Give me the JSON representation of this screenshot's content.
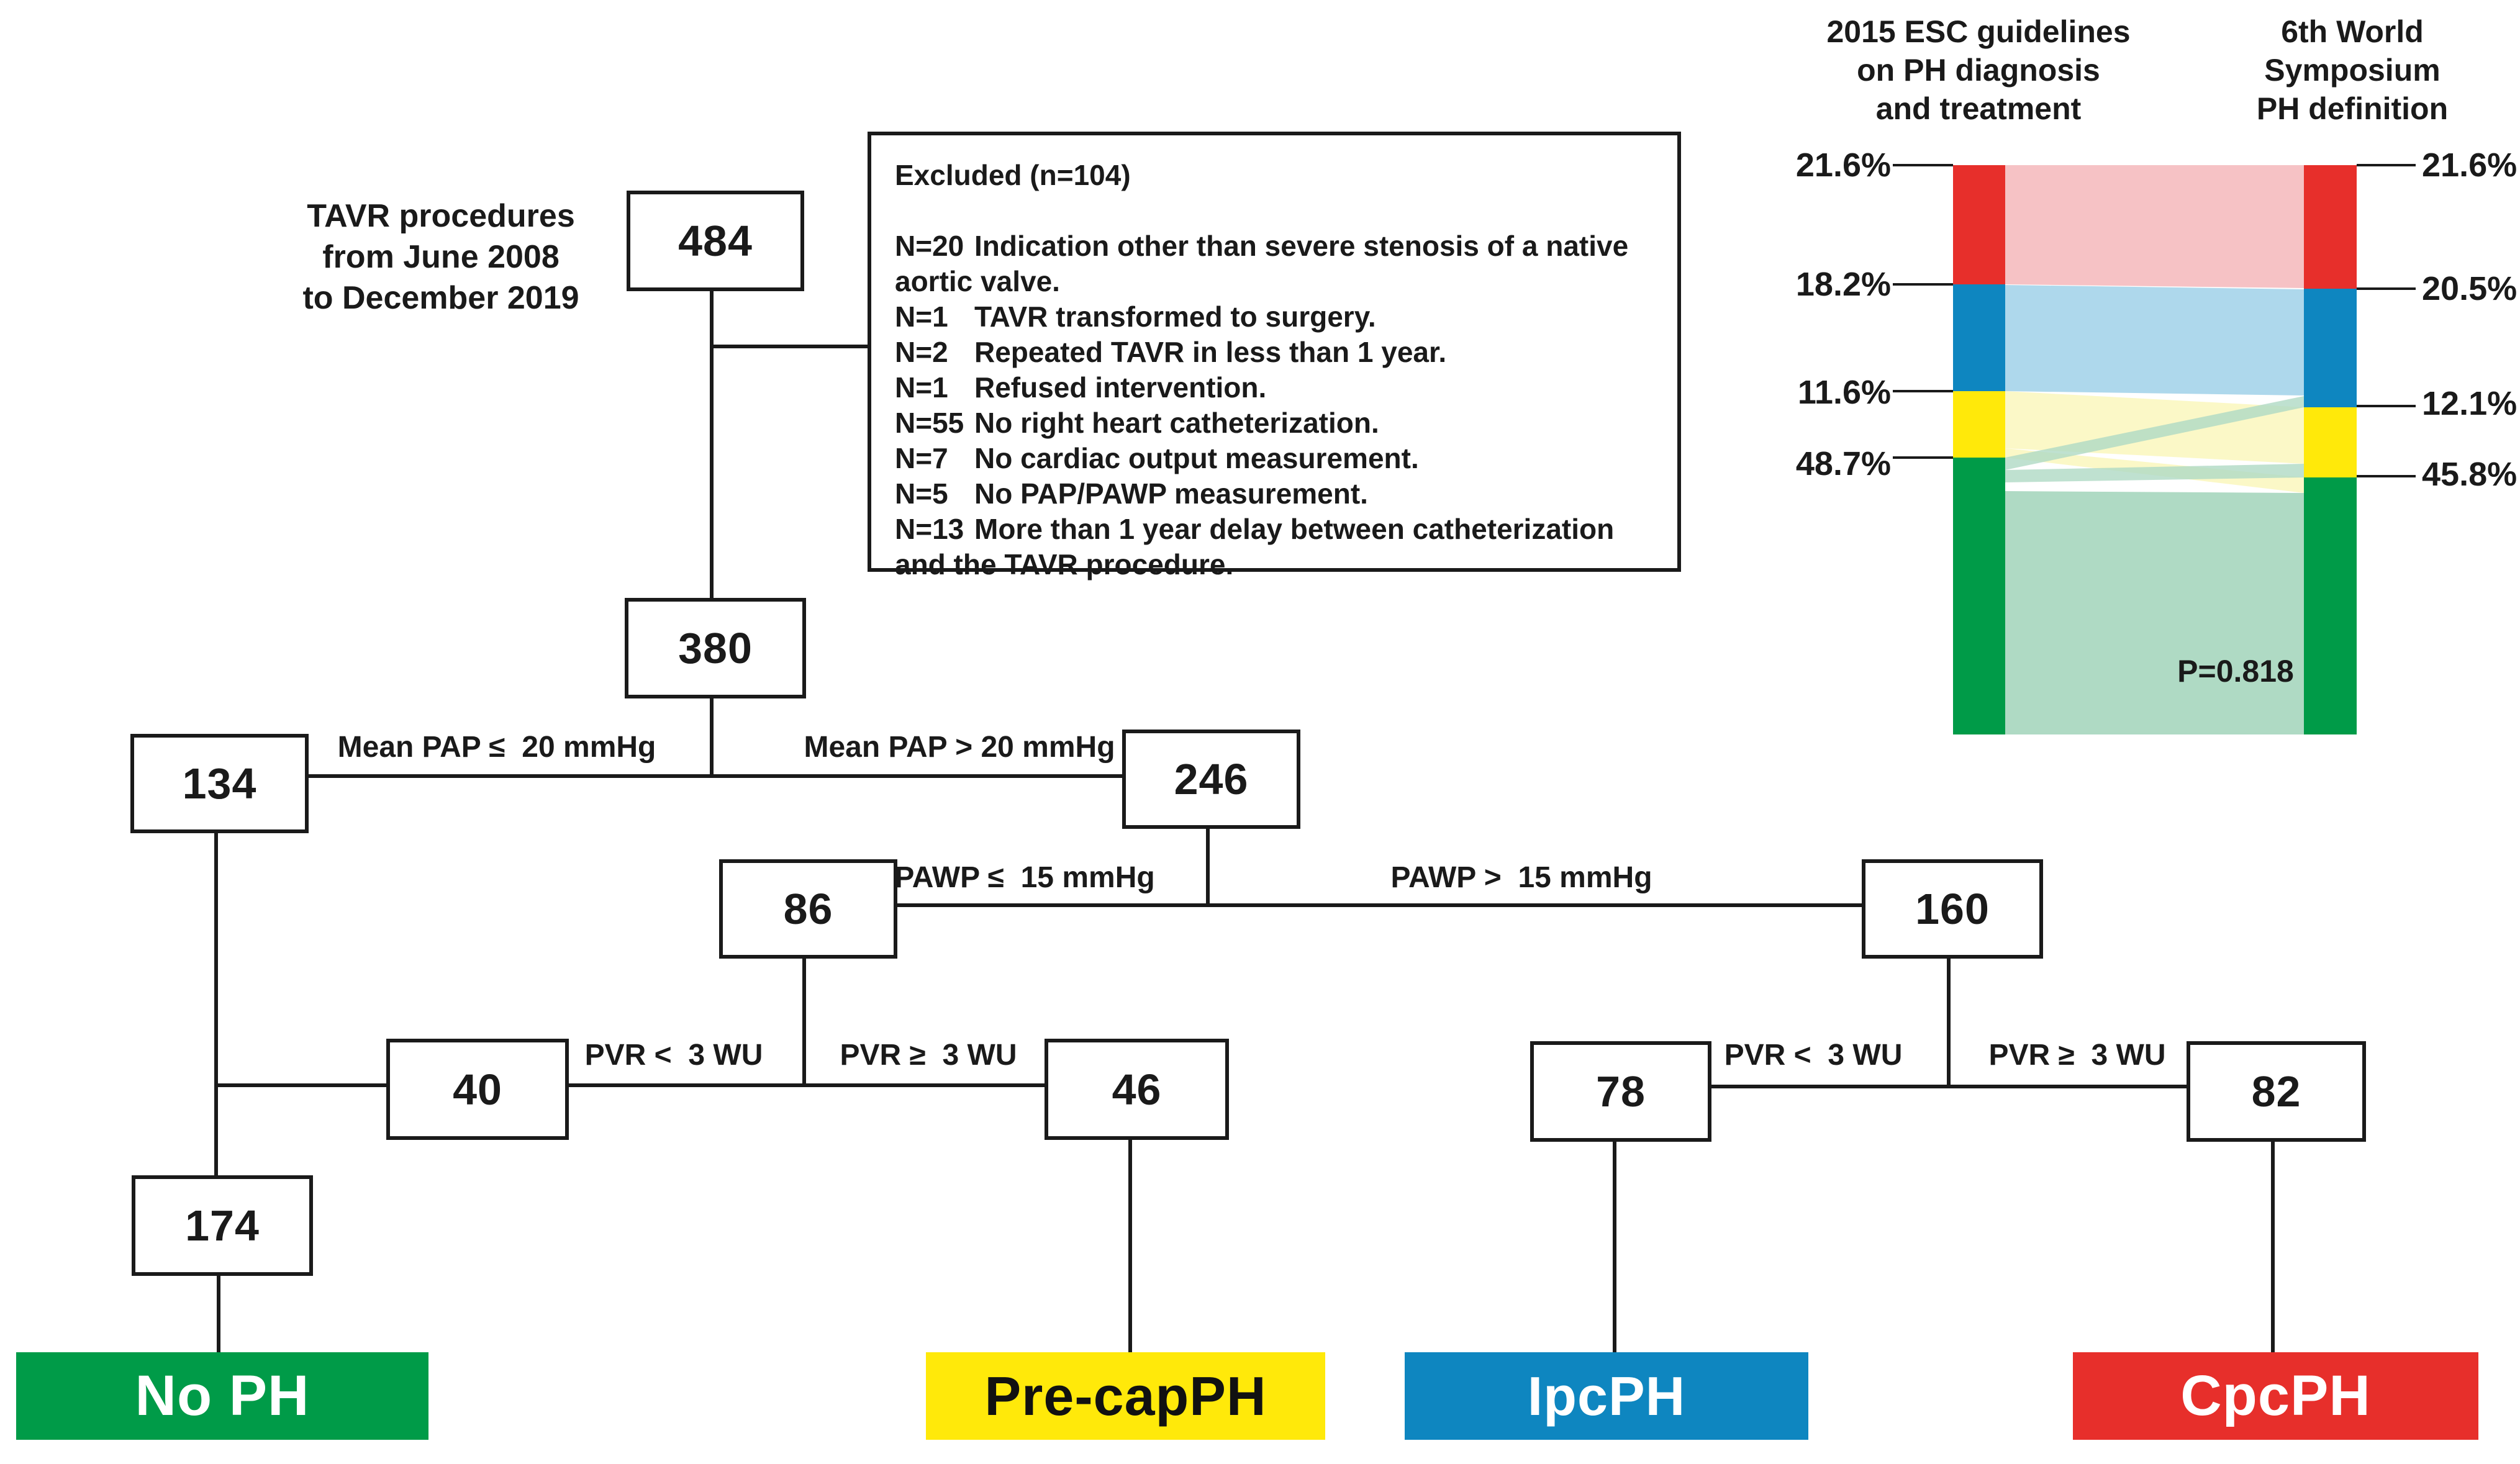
{
  "colors": {
    "red": "#E72F2B",
    "blue": "#0E86C0",
    "yellow": "#FFE90A",
    "green": "#009B48",
    "flow_red": "#F6C2C5",
    "flow_blue": "#AED8EC",
    "flow_yellow": "#FBF7C1",
    "flow_green": "#AFDAC4"
  },
  "flowchart": {
    "intro_label": "TAVR procedures\nfrom June 2008\nto December 2019",
    "boxes": {
      "b484": "484",
      "b380": "380",
      "b134": "134",
      "b246": "246",
      "b86": "86",
      "b160": "160",
      "b40": "40",
      "b46": "46",
      "b78": "78",
      "b82": "82",
      "b174": "174"
    },
    "excluded": {
      "title": "Excluded (n=104)",
      "lines": [
        {
          "n": "N=20",
          "t": "Indication other than severe stenosis of a native"
        },
        {
          "n": "",
          "t": "aortic valve."
        },
        {
          "n": "N=1",
          "t": "TAVR transformed to surgery."
        },
        {
          "n": "N=2",
          "t": "Repeated TAVR in less than 1 year."
        },
        {
          "n": "N=1",
          "t": "Refused intervention."
        },
        {
          "n": "N=55",
          "t": "No right heart catheterization."
        },
        {
          "n": "N=7",
          "t": "No cardiac output measurement."
        },
        {
          "n": "N=5",
          "t": "No PAP/PAWP measurement."
        },
        {
          "n": "N=13",
          "t": "More than 1 year delay between catheterization"
        },
        {
          "n": "",
          "t": "and the TAVR procedure."
        }
      ]
    },
    "labels": {
      "pap_le": "Mean PAP ≤  20 mmHg",
      "pap_gt": "Mean PAP > 20 mmHg",
      "pawp_le": "PAWP ≤  15 mmHg",
      "pawp_gt": "PAWP >  15 mmHg",
      "pvr_lt": "PVR <  3 WU",
      "pvr_ge": "PVR ≥  3 WU"
    },
    "categories": [
      {
        "label": "No PH"
      },
      {
        "label": "Pre-capPH"
      },
      {
        "label": "IpcPH"
      },
      {
        "label": "CpcPH"
      }
    ]
  },
  "sankey": {
    "left_header": "2015 ESC guidelines\non PH diagnosis\nand treatment",
    "right_header": "6th World\nSymposium\nPH definition",
    "left_percents": [
      "21.6%",
      "18.2%",
      "11.6%",
      "48.7%"
    ],
    "right_percents": [
      "21.6%",
      "20.5%",
      "12.1%",
      "45.8%"
    ],
    "p_value": "P=0.818"
  },
  "chart_data": {
    "type": "sankey",
    "left_axis_label": "2015 ESC guidelines on PH diagnosis and treatment",
    "right_axis_label": "6th World Symposium PH definition",
    "categories": [
      "CpcPH",
      "IpcPH",
      "Pre-capPH",
      "No PH"
    ],
    "category_colors": [
      "#E72F2B",
      "#0E86C0",
      "#FFE90A",
      "#009B48"
    ],
    "left_values_pct": [
      21.6,
      18.2,
      11.6,
      48.7
    ],
    "right_values_pct": [
      21.6,
      20.5,
      12.1,
      45.8
    ],
    "p_value": "P=0.818"
  }
}
